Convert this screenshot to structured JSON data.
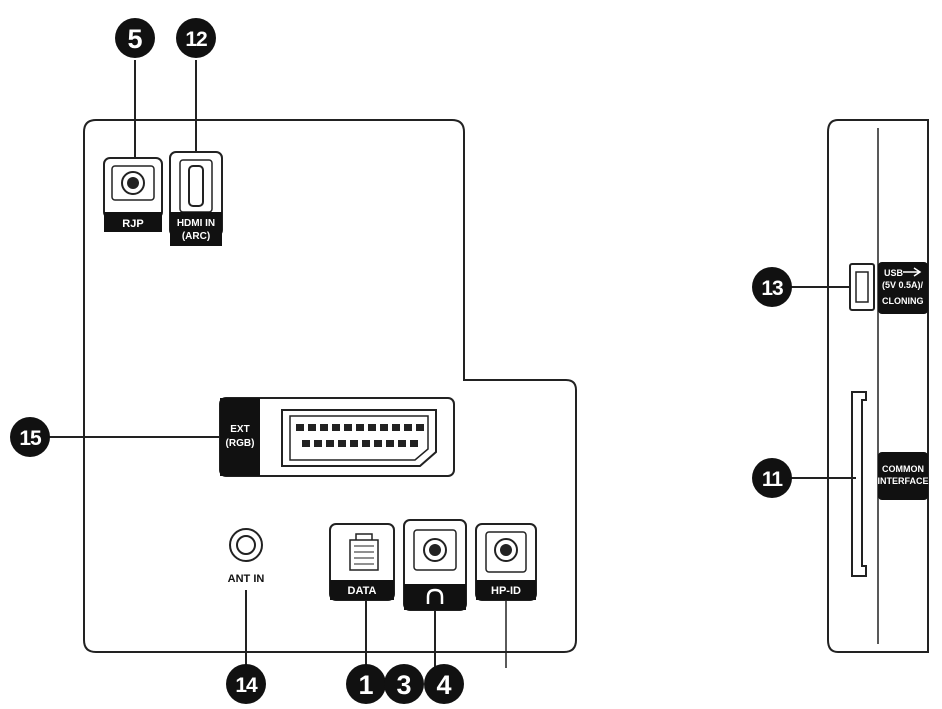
{
  "callouts": {
    "n5": "5",
    "n12": "12",
    "n13": "13",
    "n15": "15",
    "n11": "11",
    "n14": "14",
    "n1": "1",
    "n3": "3",
    "n4": "4"
  },
  "ports": {
    "rjp": "RJP",
    "hdmi_line1": "HDMI IN",
    "hdmi_line2": "(ARC)",
    "ext_line1": "EXT",
    "ext_line2": "(RGB)",
    "ant_in": "ANT IN",
    "data": "DATA",
    "hp_id": "HP-ID",
    "usb_line1": "USB",
    "usb_line2": "(5V 0.5A)/",
    "usb_line3": "CLONING",
    "ci_line1": "COMMON",
    "ci_line2": "INTERFACE"
  },
  "colors": {
    "label_bg": "#111111",
    "line": "#222222"
  }
}
